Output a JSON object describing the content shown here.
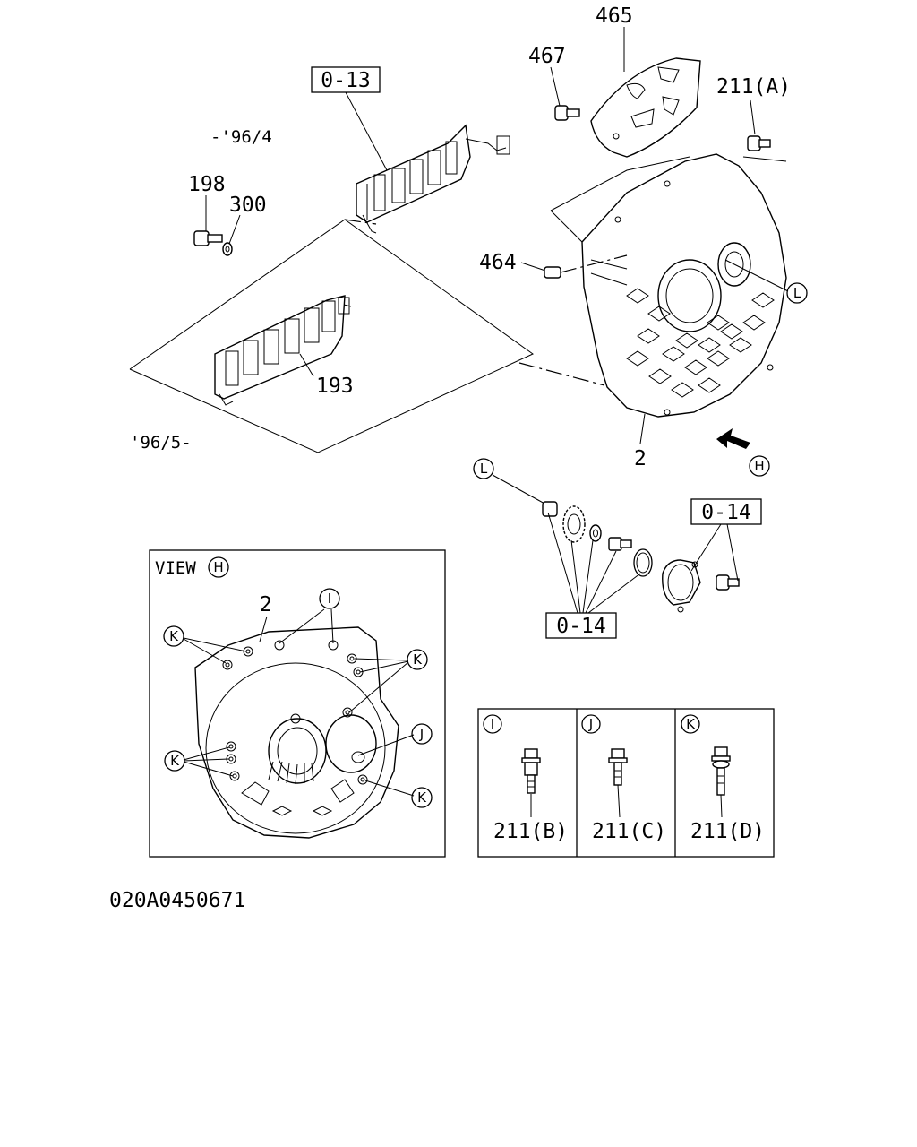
{
  "labels": {
    "p465": "465",
    "p467": "467",
    "p211a": "211(A)",
    "ref_013": "0-13",
    "date_to": "-'96/4",
    "p198": "198",
    "p300": "300",
    "p464": "464",
    "p193": "193",
    "date_from": "'96/5-",
    "p2_main": "2",
    "ref_014_top": "0-14",
    "ref_014_bottom": "0-14",
    "view_title": "VIEW",
    "p2_view": "2",
    "p211b": "211(B)",
    "p211c": "211(C)",
    "p211d": "211(D)",
    "drawing_code": "020A0450671"
  },
  "callouts": {
    "L": "L",
    "H": "H",
    "I": "I",
    "J": "J",
    "K": "K"
  }
}
